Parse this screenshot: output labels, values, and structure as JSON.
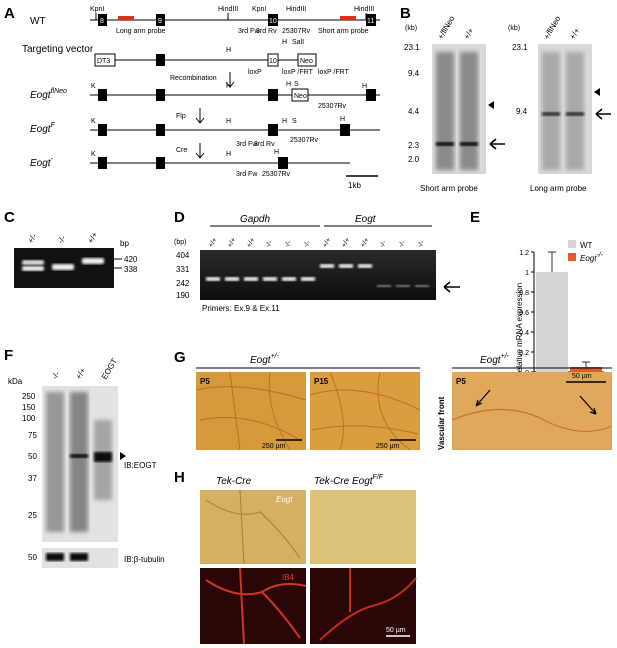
{
  "panels": {
    "A": {
      "letter": "A",
      "rows": [
        "WT",
        "Targeting vector",
        "Eogt",
        "Eogt",
        "Eogt"
      ],
      "row_sups": [
        "",
        "",
        "flNeo",
        "F",
        "-"
      ],
      "steps": [
        "Recombination",
        "Flp",
        "Cre"
      ],
      "sites": {
        "kpn": "KpnI",
        "hind": "HindIII",
        "sal": "SalI",
        "h": "H",
        "s": "S",
        "k": "K"
      },
      "probes": [
        "Long arm probe",
        "Short arm probe"
      ],
      "primers": {
        "fw": "3rd Fw",
        "rv": "3rd Rv",
        "p25307": "25307Rv"
      },
      "markers": {
        "loxp": "loxP",
        "loxfrt": "loxP /FRT",
        "frt": "loxP /FRT",
        "neo": "Neo",
        "dt3": "DT3"
      },
      "exons": [
        "8",
        "9",
        "10",
        "11"
      ],
      "scale": "1kb"
    },
    "B": {
      "letter": "B",
      "unit": "(kb)",
      "lanes": [
        "+/flNeo",
        "+/+"
      ],
      "short_ticks": [
        "23.1",
        "9.4",
        "4.4",
        "2.3",
        "2.0"
      ],
      "long_ticks": [
        "23.1",
        "9.4"
      ],
      "short_caption": "Short arm probe",
      "long_caption": "Long arm probe"
    },
    "C": {
      "letter": "C",
      "lanes": [
        "+/-",
        "-/-",
        "+/+"
      ],
      "unit": "bp",
      "ticks": [
        "420",
        "338"
      ]
    },
    "D": {
      "letter": "D",
      "unit": "(bp)",
      "genes": [
        "Gapdh",
        "Eogt"
      ],
      "lanes": [
        "+/+",
        "+/+",
        "+/+",
        "-/-",
        "-/-",
        "-/-",
        "+/+",
        "+/+",
        "+/+",
        "-/-",
        "-/-",
        "-/-"
      ],
      "ticks": [
        "404",
        "331",
        "242",
        "190"
      ],
      "primers": "Primers: Ex.9 & Ex.11"
    },
    "E": {
      "letter": "E",
      "ylabel": "Relative mRNA expression",
      "legend_wt": "WT",
      "legend_ko": "Eogt",
      "legend_ko_sup": "-/-",
      "colors": {
        "wt": "#d4d4d4",
        "ko": "#e05a2a"
      }
    },
    "F": {
      "letter": "F",
      "unit": "kDa",
      "lanes": [
        "-/-",
        "+/+",
        "EOGT"
      ],
      "ticks": [
        "250",
        "150",
        "100",
        "75",
        "50",
        "37",
        "25"
      ],
      "tick_low": "50",
      "ib_top": "IB:EOGT",
      "ib_bottom": "IB:β-tubulin"
    },
    "G": {
      "letter": "G",
      "title": "Eogt",
      "title_sup": "+/-",
      "title2": "Eogt",
      "title2_sup": "+/-",
      "tags": [
        "P5",
        "P15",
        "P5"
      ],
      "scales": [
        "250 µm",
        "250 µm",
        "50 µm"
      ],
      "side_label": "Vascular front"
    },
    "H": {
      "letter": "H",
      "col1": "Tek-Cre",
      "col2": "Tek-Cre Eogt",
      "col2_sup": "F/F",
      "row1": "Eogt",
      "row2": "IB4",
      "scale": "50 µm"
    }
  },
  "chart_data": {
    "type": "bar",
    "categories": [
      "WT",
      "Eogt-/-"
    ],
    "values": [
      1.0,
      0.05
    ],
    "errors": [
      0.2,
      0.05
    ],
    "ylabel": "Relative mRNA expression",
    "ylim": [
      0,
      1.2
    ],
    "yticks": [
      0,
      0.2,
      0.4,
      0.6,
      0.8,
      1.0,
      1.2
    ]
  }
}
